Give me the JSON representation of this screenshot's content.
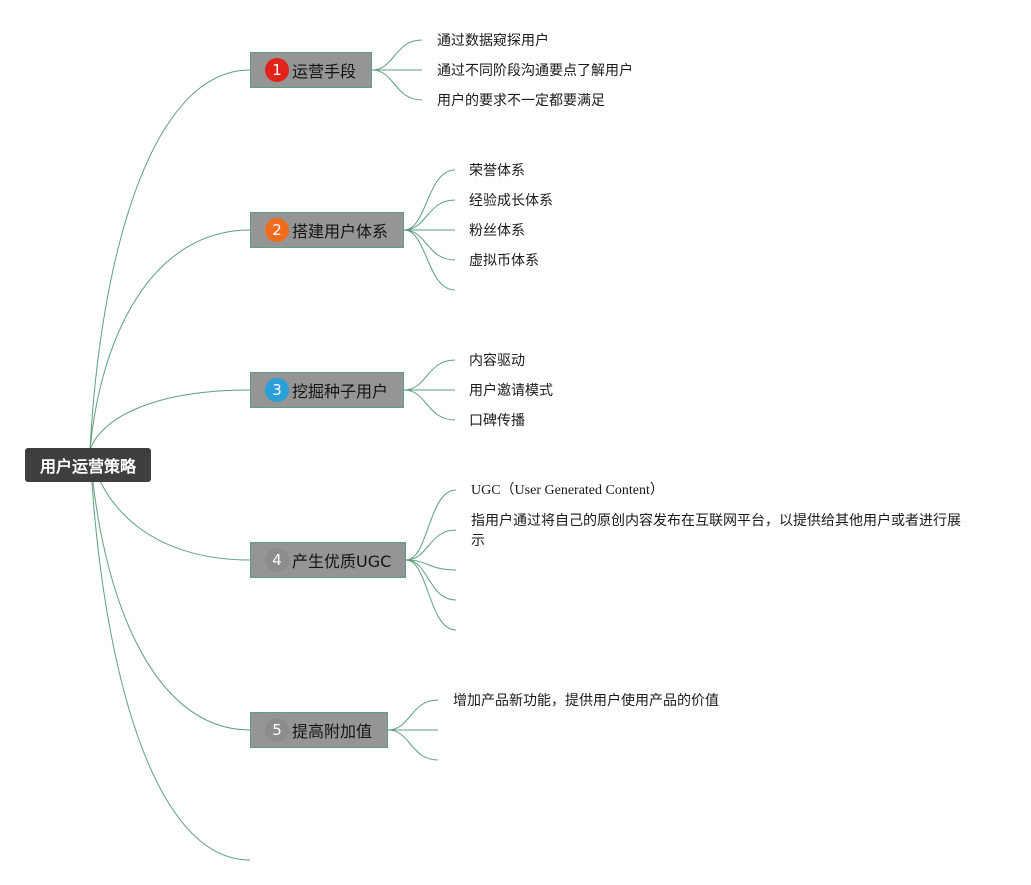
{
  "root": {
    "label": "用户运营策略"
  },
  "branches": [
    {
      "label": "运营手段",
      "badge": "1",
      "badge_color": "#e2231a",
      "leaves": [
        "通过数据窥探用户",
        "通过不同阶段沟通要点了解用户",
        "用户的要求不一定都要满足"
      ]
    },
    {
      "label": "搭建用户体系",
      "badge": "2",
      "badge_color": "#ef6c1e",
      "leaves": [
        "荣誉体系",
        "经验成长体系",
        "粉丝体系",
        "虚拟币体系",
        ""
      ]
    },
    {
      "label": "挖掘种子用户",
      "badge": "3",
      "badge_color": "#2a9fd8",
      "leaves": [
        "内容驱动",
        "用户邀请模式",
        "口碑传播"
      ]
    },
    {
      "label": "产生优质UGC",
      "badge": "4",
      "badge_color": "#8c8c8c",
      "leaves": [
        "UGC（User Generated Content）",
        "指用户通过将自己的原创内容发布在互联网平台，以提供给其他用户或者进行展示",
        "",
        "",
        ""
      ]
    },
    {
      "label": "提高附加值",
      "badge": "5",
      "badge_color": "#8c8c8c",
      "leaves": [
        "增加产品新功能，提供用户使用产品的价值",
        "",
        ""
      ]
    }
  ],
  "colors": {
    "link": "#5f9f7f",
    "root_bg": "#3f3f3f",
    "branch_bg": "#959595"
  }
}
